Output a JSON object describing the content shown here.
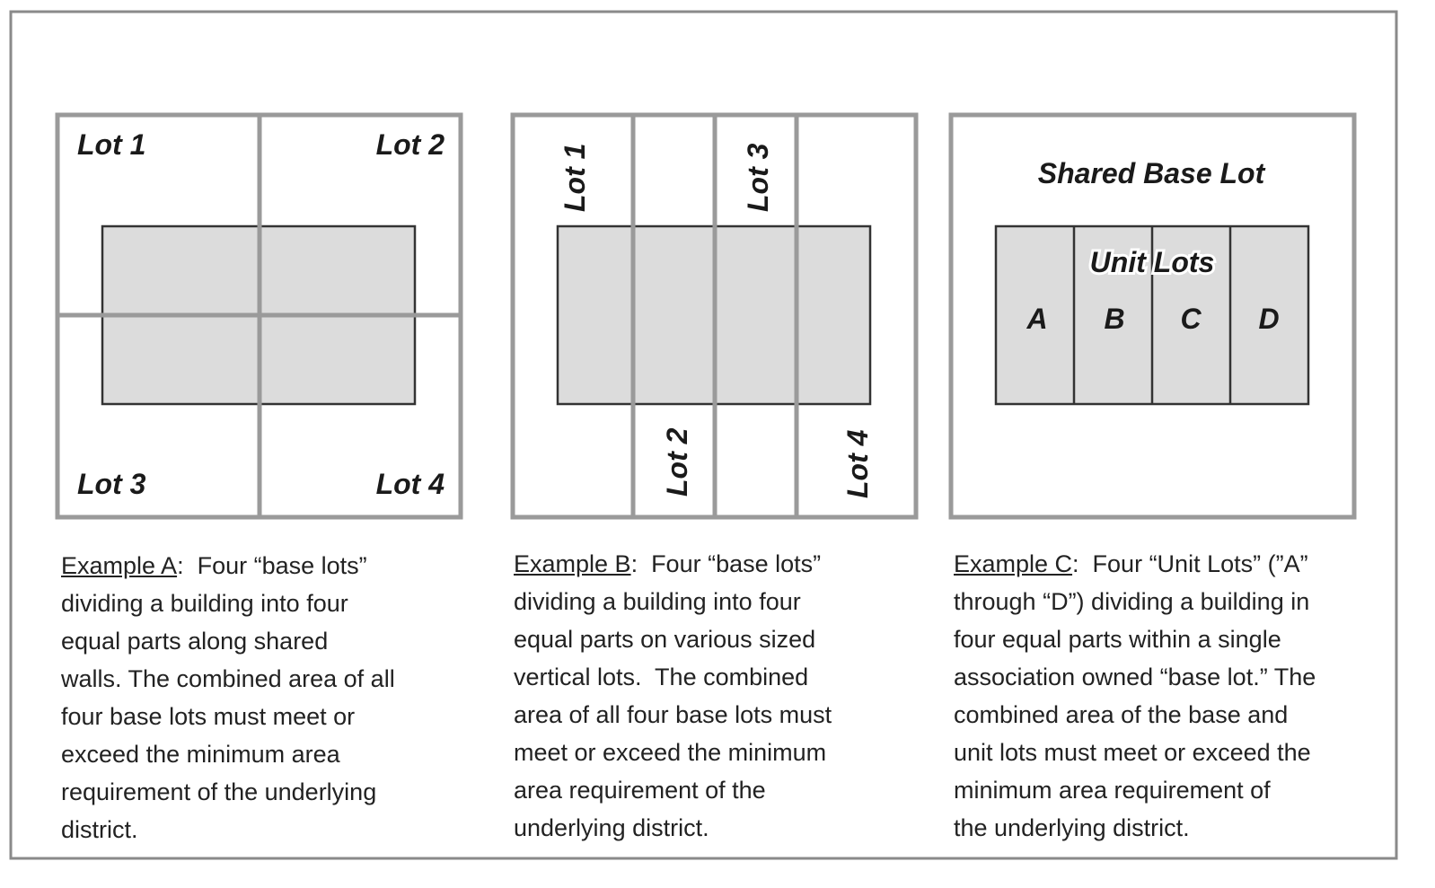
{
  "example_a": {
    "lots": [
      "Lot 1",
      "Lot 2",
      "Lot 3",
      "Lot 4"
    ],
    "caption_label": "Example A",
    "caption_lines": [
      ":  Four “base lots”",
      "dividing a building into four",
      "equal parts along shared",
      "walls. The combined area of all",
      "four base lots must meet or",
      "exceed the minimum area",
      "requirement of the underlying",
      "district."
    ]
  },
  "example_b": {
    "lots": [
      "Lot 1",
      "Lot 2",
      "Lot 3",
      "Lot 4"
    ],
    "caption_label": "Example B",
    "caption_lines": [
      ":  Four “base lots”",
      "dividing a building into four",
      "equal parts on various sized",
      "vertical lots.  The combined",
      "area of all four base lots must",
      "meet or exceed the minimum",
      "area requirement of the",
      "underlying district."
    ]
  },
  "example_c": {
    "base_lot_label": "Shared Base Lot",
    "unit_lots_label": "Unit Lots",
    "units": [
      "A",
      "B",
      "C",
      "D"
    ],
    "caption_label": "Example C",
    "caption_lines": [
      ":  Four “Unit Lots” (”A”",
      "through “D”) dividing a building in",
      "four equal parts within a single",
      "association owned “base lot.” The",
      "combined area of the base and",
      "unit lots must meet or exceed the",
      "minimum area requirement of",
      "the underlying district."
    ]
  },
  "colors": {
    "lot_lines": "#9a9a9a",
    "building_fill": "#dcdcdc",
    "building_stroke": "#333333"
  }
}
